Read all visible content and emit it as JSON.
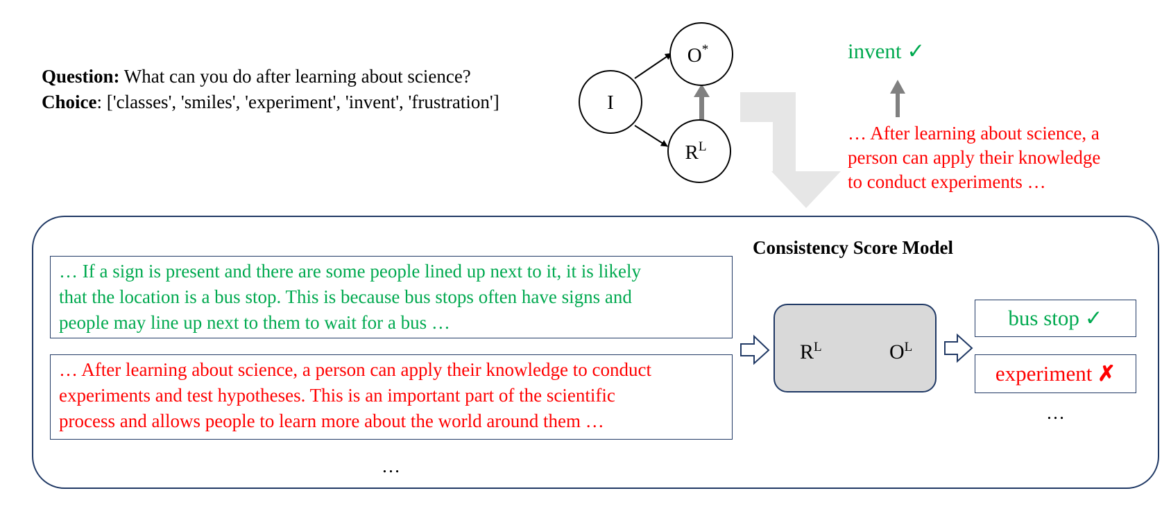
{
  "question": {
    "question_label": "Question:",
    "question_text": "What can you do after learning about science?",
    "choice_label": "Choice",
    "choice_text": ": ['classes', 'smiles', 'experiment', 'invent', 'frustration']"
  },
  "graph": {
    "node_i": "I",
    "node_o_base": "O",
    "node_o_sup": "*",
    "node_r_base": "R",
    "node_r_sup": "L"
  },
  "top_answer": {
    "label": "invent",
    "mark": "✓"
  },
  "top_rationale": {
    "lines": [
      "… After learning about science, a",
      "person can apply their knowledge",
      "to conduct experiments …"
    ]
  },
  "panel": {
    "title": "Consistency Score Model",
    "rationales": [
      {
        "lines": [
          "… If a sign is present and there are some people lined up next to it, it is likely",
          "that the location is a bus stop. This is because bus stops often have signs and",
          "people may line up next to them to wait for a bus …"
        ]
      },
      {
        "lines": [
          "… After learning about science, a person can apply their knowledge to conduct",
          "experiments  and test hypotheses. This is an important part of the scientific",
          "process and allows people to learn more about the world around them …"
        ]
      }
    ],
    "rationale_ellipsis": "…",
    "model": {
      "input_base": "R",
      "input_sup": "L",
      "output_base": "O",
      "output_sup": "L"
    },
    "answers": [
      {
        "label": "bus stop",
        "mark": "✓"
      },
      {
        "label": "experiment",
        "mark": "✗"
      }
    ],
    "answer_ellipsis": "…"
  },
  "colors": {
    "correct": "#00a94f",
    "incorrect": "#ff0000",
    "border": "#1f3864",
    "big_arrow": "#e6e6e6",
    "small_arrow": "#808080",
    "model_fill": "#d9d9d9"
  }
}
